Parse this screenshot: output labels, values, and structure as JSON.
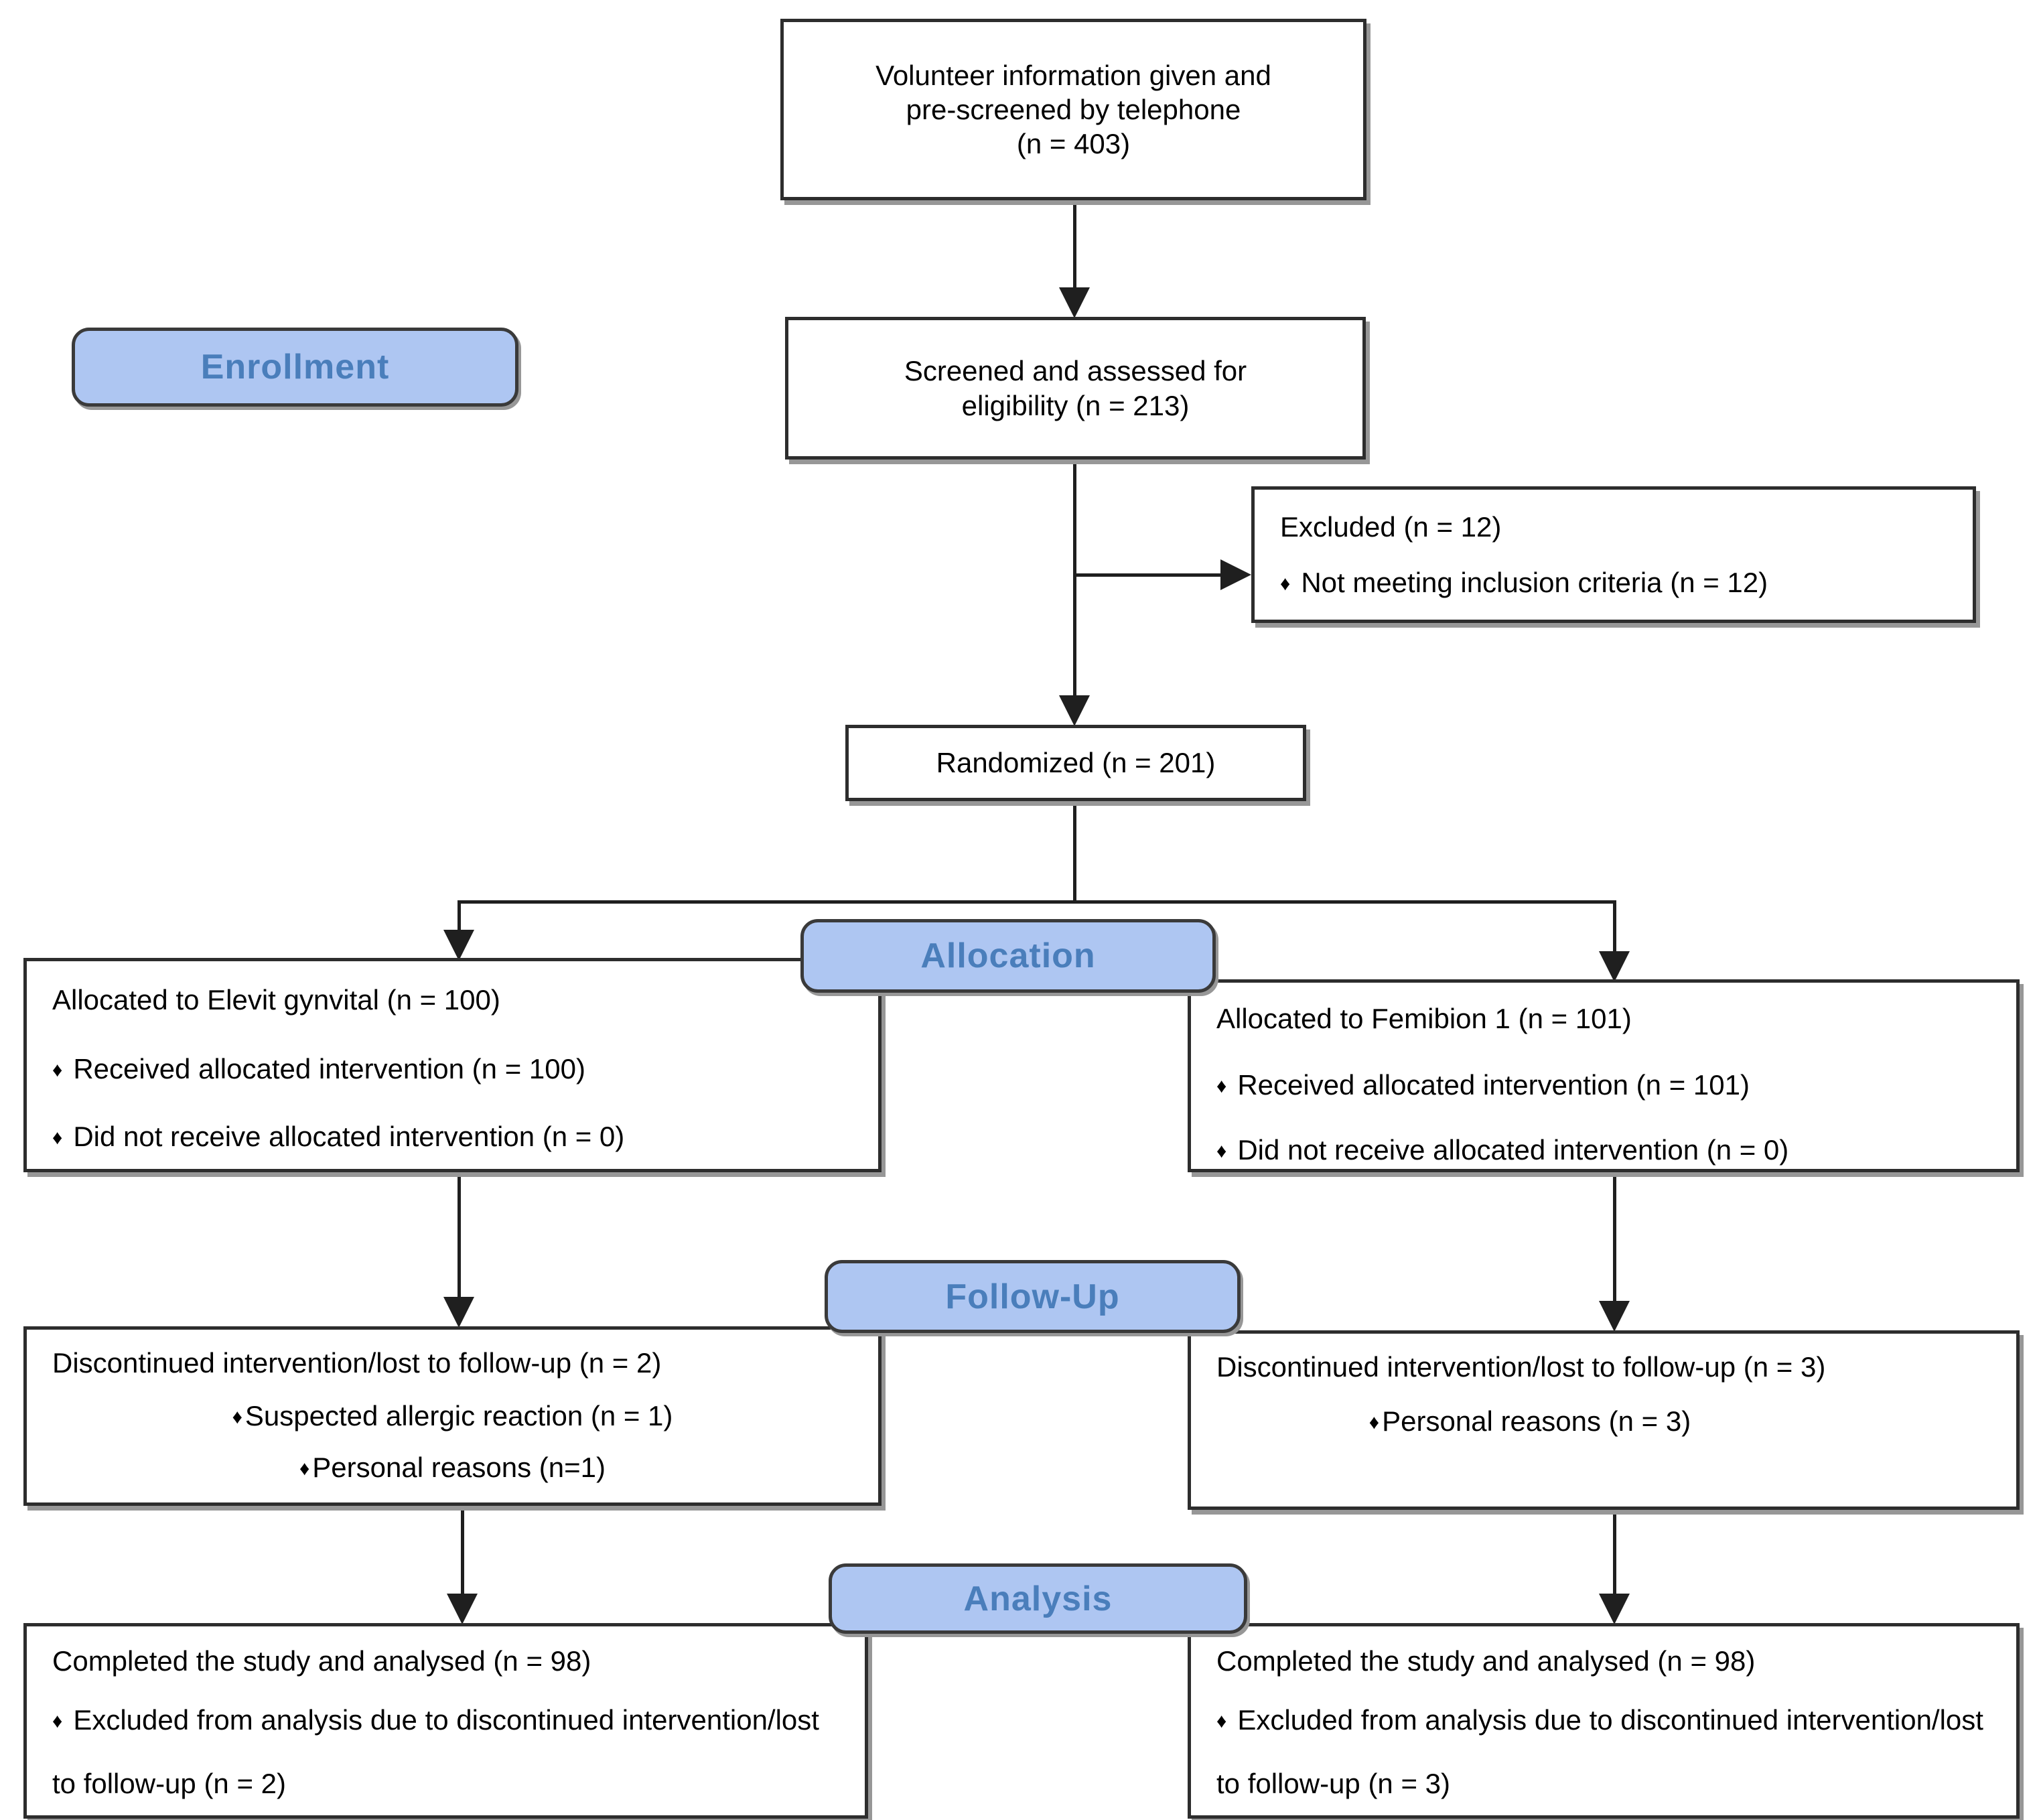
{
  "figure": {
    "title": "CONSORT participant flow diagram"
  },
  "glyphs": {
    "bullet": "♦"
  },
  "colors": {
    "bg": "#ffffff",
    "line": "#1f1f1f",
    "box_border": "#2d2d2d",
    "shadow": "#979797",
    "badge_fill": "#aec6f2",
    "badge_border": "#3a3a3a",
    "badge_text": "#4a7ebb",
    "text": "#000000"
  },
  "badges": {
    "enrollment": "Enrollment",
    "allocation": "Allocation",
    "follow_up": "Follow-Up",
    "analysis": "Analysis"
  },
  "boxes": {
    "prescreen": {
      "lines": [
        "Volunteer information given and",
        "pre-screened by telephone",
        "(n = 403)"
      ]
    },
    "screened": {
      "lines": [
        "Screened and assessed for",
        "eligibility (n = 213)"
      ]
    },
    "excluded": {
      "title": "Excluded (n = 12)",
      "bullets": [
        "Not meeting inclusion criteria (n = 12)"
      ]
    },
    "randomized": {
      "title": "Randomized (n = 201)"
    },
    "allocation_left": {
      "title": "Allocated to Elevit gynvital (n = 100)",
      "bullets": [
        "Received allocated intervention (n = 100)",
        "Did not receive allocated intervention (n = 0)"
      ]
    },
    "allocation_right": {
      "title": "Allocated to Femibion 1 (n = 101)",
      "bullets": [
        "Received allocated intervention (n = 101)",
        "Did not receive allocated intervention (n = 0)"
      ]
    },
    "followup_left": {
      "title": "Discontinued intervention/lost to follow-up (n = 2)",
      "bullets": [
        "Suspected allergic reaction (n = 1)",
        "Personal reasons (n=1)"
      ]
    },
    "followup_right": {
      "title": "Discontinued intervention/lost to follow-up (n = 3)",
      "bullets": [
        "Personal reasons (n = 3)"
      ]
    },
    "analysis_left": {
      "title": "Completed the study and analysed (n = 98)",
      "bullets": [
        "Excluded from analysis due to discontinued intervention/lost to follow-up (n = 2)"
      ]
    },
    "analysis_right": {
      "title": "Completed the study and analysed (n = 98)",
      "bullets": [
        "Excluded from analysis due to discontinued intervention/lost to follow-up (n = 3)"
      ]
    }
  }
}
